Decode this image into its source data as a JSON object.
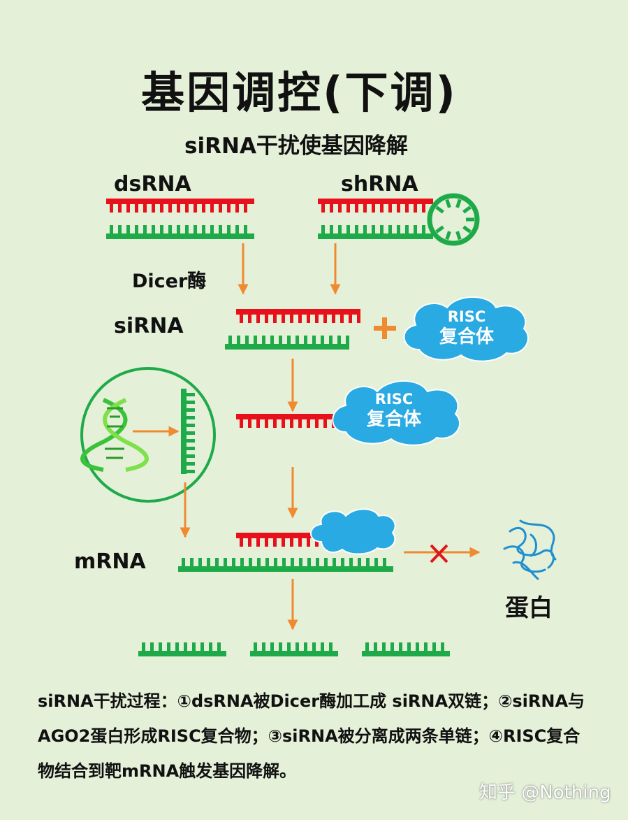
{
  "title": "基因调控(下调)",
  "subtitle": "siRNA干扰使基因降解",
  "labels": {
    "dsrna": "dsRNA",
    "shrna": "shRNA",
    "dicer": "Dicer酶",
    "sirna": "siRNA",
    "mrna": "mRNA",
    "protein": "蛋白"
  },
  "risc_cloud": {
    "line1": "RISC",
    "line2": "复合体"
  },
  "caption": "siRNA干扰过程：①dsRNA被Dicer酶加工成 siRNA双链；②siRNA与AGO2蛋白形成RISC复合物；③siRNA被分离成两条单链；④RISC复合物结合到靶mRNA触发基因降解。",
  "watermark": "知乎 @Nothing",
  "colors": {
    "red_strand": "#e8101a",
    "green_strand": "#1faa4a",
    "arrow": "#f08a30",
    "cloud": "#29aae2",
    "blocked_x": "#e01818",
    "protein": "#1e8fcf"
  }
}
